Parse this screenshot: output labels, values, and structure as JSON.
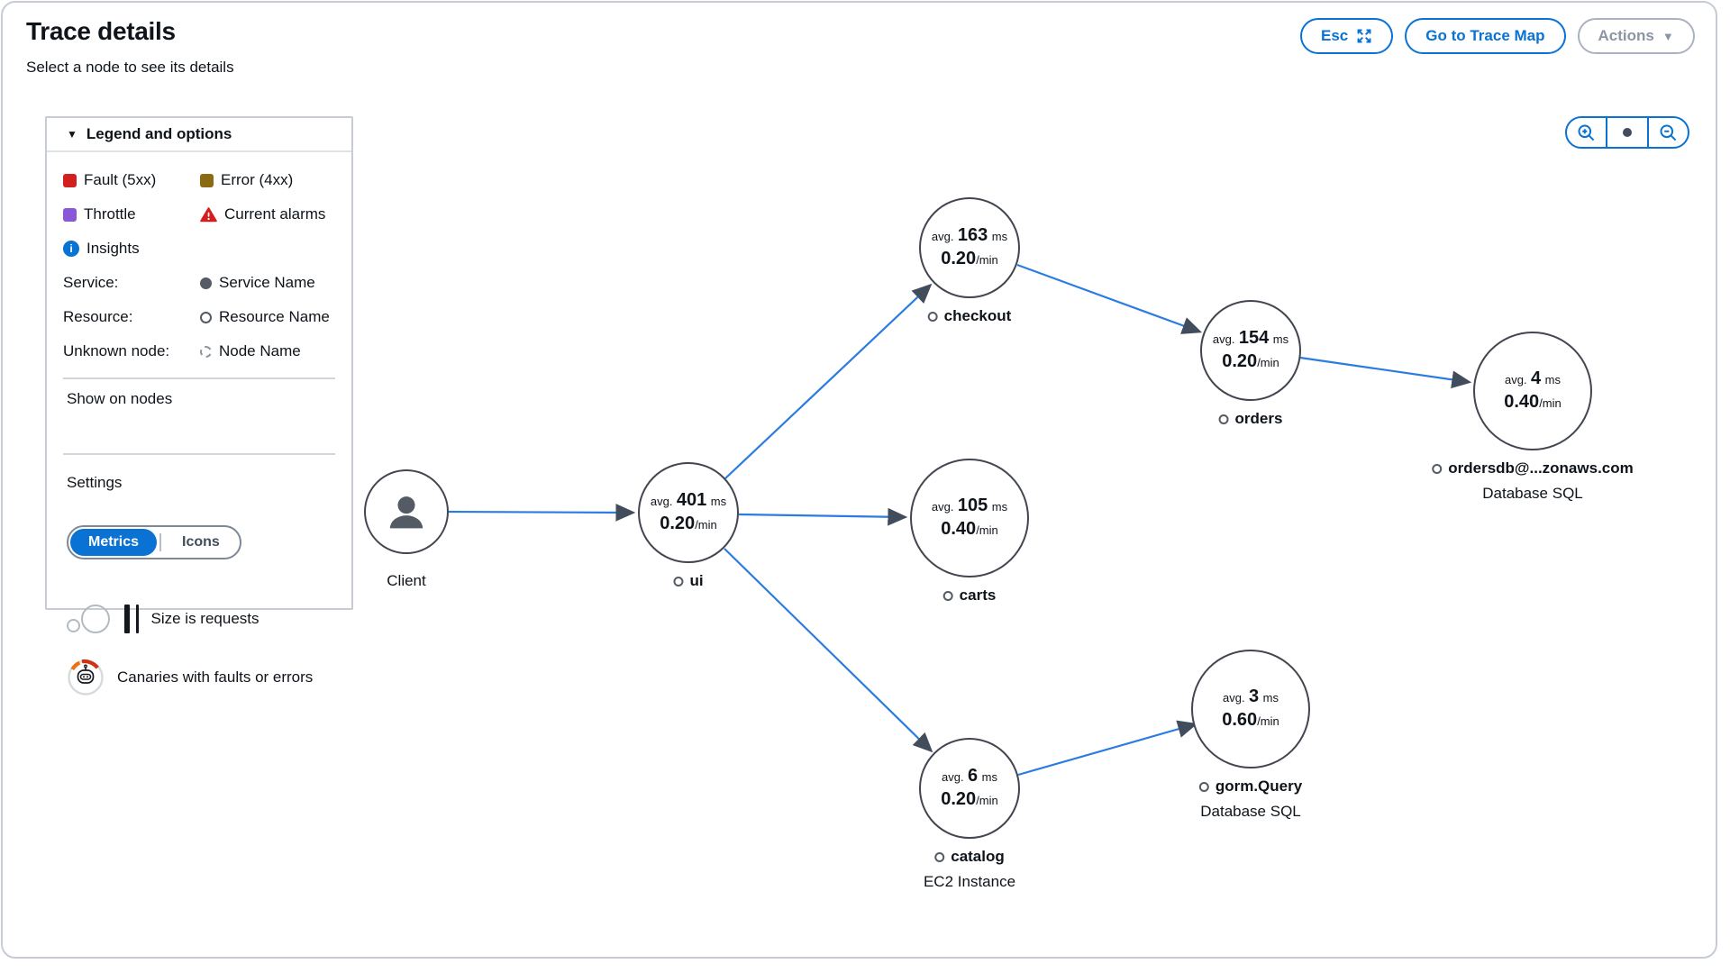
{
  "header": {
    "title": "Trace details",
    "subtitle": "Select a node to see its details",
    "esc_label": "Esc",
    "go_to_trace_map_label": "Go to Trace Map",
    "actions_label": "Actions"
  },
  "icons": {
    "legend_collapse_caret": "▼",
    "actions_caret": "▼",
    "insights_glyph": "i"
  },
  "legend": {
    "title": "Legend and options",
    "fault": "Fault (5xx)",
    "error": "Error (4xx)",
    "throttle": "Throttle",
    "current_alarms": "Current alarms",
    "insights": "Insights",
    "service_label": "Service:",
    "service_value": "Service Name",
    "resource_label": "Resource:",
    "resource_value": "Resource Name",
    "unknown_label": "Unknown node:",
    "unknown_value": "Node Name",
    "show_on_nodes": "Show on nodes",
    "metrics_label": "Metrics",
    "icons_label": "Icons",
    "settings": "Settings",
    "size_is_requests": "Size is requests",
    "canaries": "Canaries with faults or errors"
  },
  "map": {
    "nodes": [
      {
        "id": "client",
        "label": "Client"
      },
      {
        "id": "ui",
        "label": "ui",
        "metric": {
          "prefix": "avg.",
          "value": "401",
          "unit": "ms",
          "rate": "0.20",
          "rate_unit": "/min"
        }
      },
      {
        "id": "checkout",
        "label": "checkout",
        "metric": {
          "prefix": "avg.",
          "value": "163",
          "unit": "ms",
          "rate": "0.20",
          "rate_unit": "/min"
        }
      },
      {
        "id": "orders",
        "label": "orders",
        "metric": {
          "prefix": "avg.",
          "value": "154",
          "unit": "ms",
          "rate": "0.20",
          "rate_unit": "/min"
        }
      },
      {
        "id": "ordersdb",
        "label": "ordersdb@...zonaws.com",
        "sublabel": "Database SQL",
        "metric": {
          "prefix": "avg.",
          "value": "4",
          "unit": "ms",
          "rate": "0.40",
          "rate_unit": "/min"
        }
      },
      {
        "id": "carts",
        "label": "carts",
        "metric": {
          "prefix": "avg.",
          "value": "105",
          "unit": "ms",
          "rate": "0.40",
          "rate_unit": "/min"
        }
      },
      {
        "id": "catalog",
        "label": "catalog",
        "sublabel": "EC2 Instance",
        "metric": {
          "prefix": "avg.",
          "value": "6",
          "unit": "ms",
          "rate": "0.20",
          "rate_unit": "/min"
        }
      },
      {
        "id": "gorm",
        "label": "gorm.Query",
        "sublabel": "Database SQL",
        "metric": {
          "prefix": "avg.",
          "value": "3",
          "unit": "ms",
          "rate": "0.60",
          "rate_unit": "/min"
        }
      }
    ]
  },
  "colors": {
    "accent": "#0972d3",
    "fault": "#d21f1f",
    "error": "#8a6a12",
    "throttle": "#8a57d9",
    "edge": "#2b7ce0",
    "arrow": "#414d5c",
    "text": "#0f141a"
  }
}
